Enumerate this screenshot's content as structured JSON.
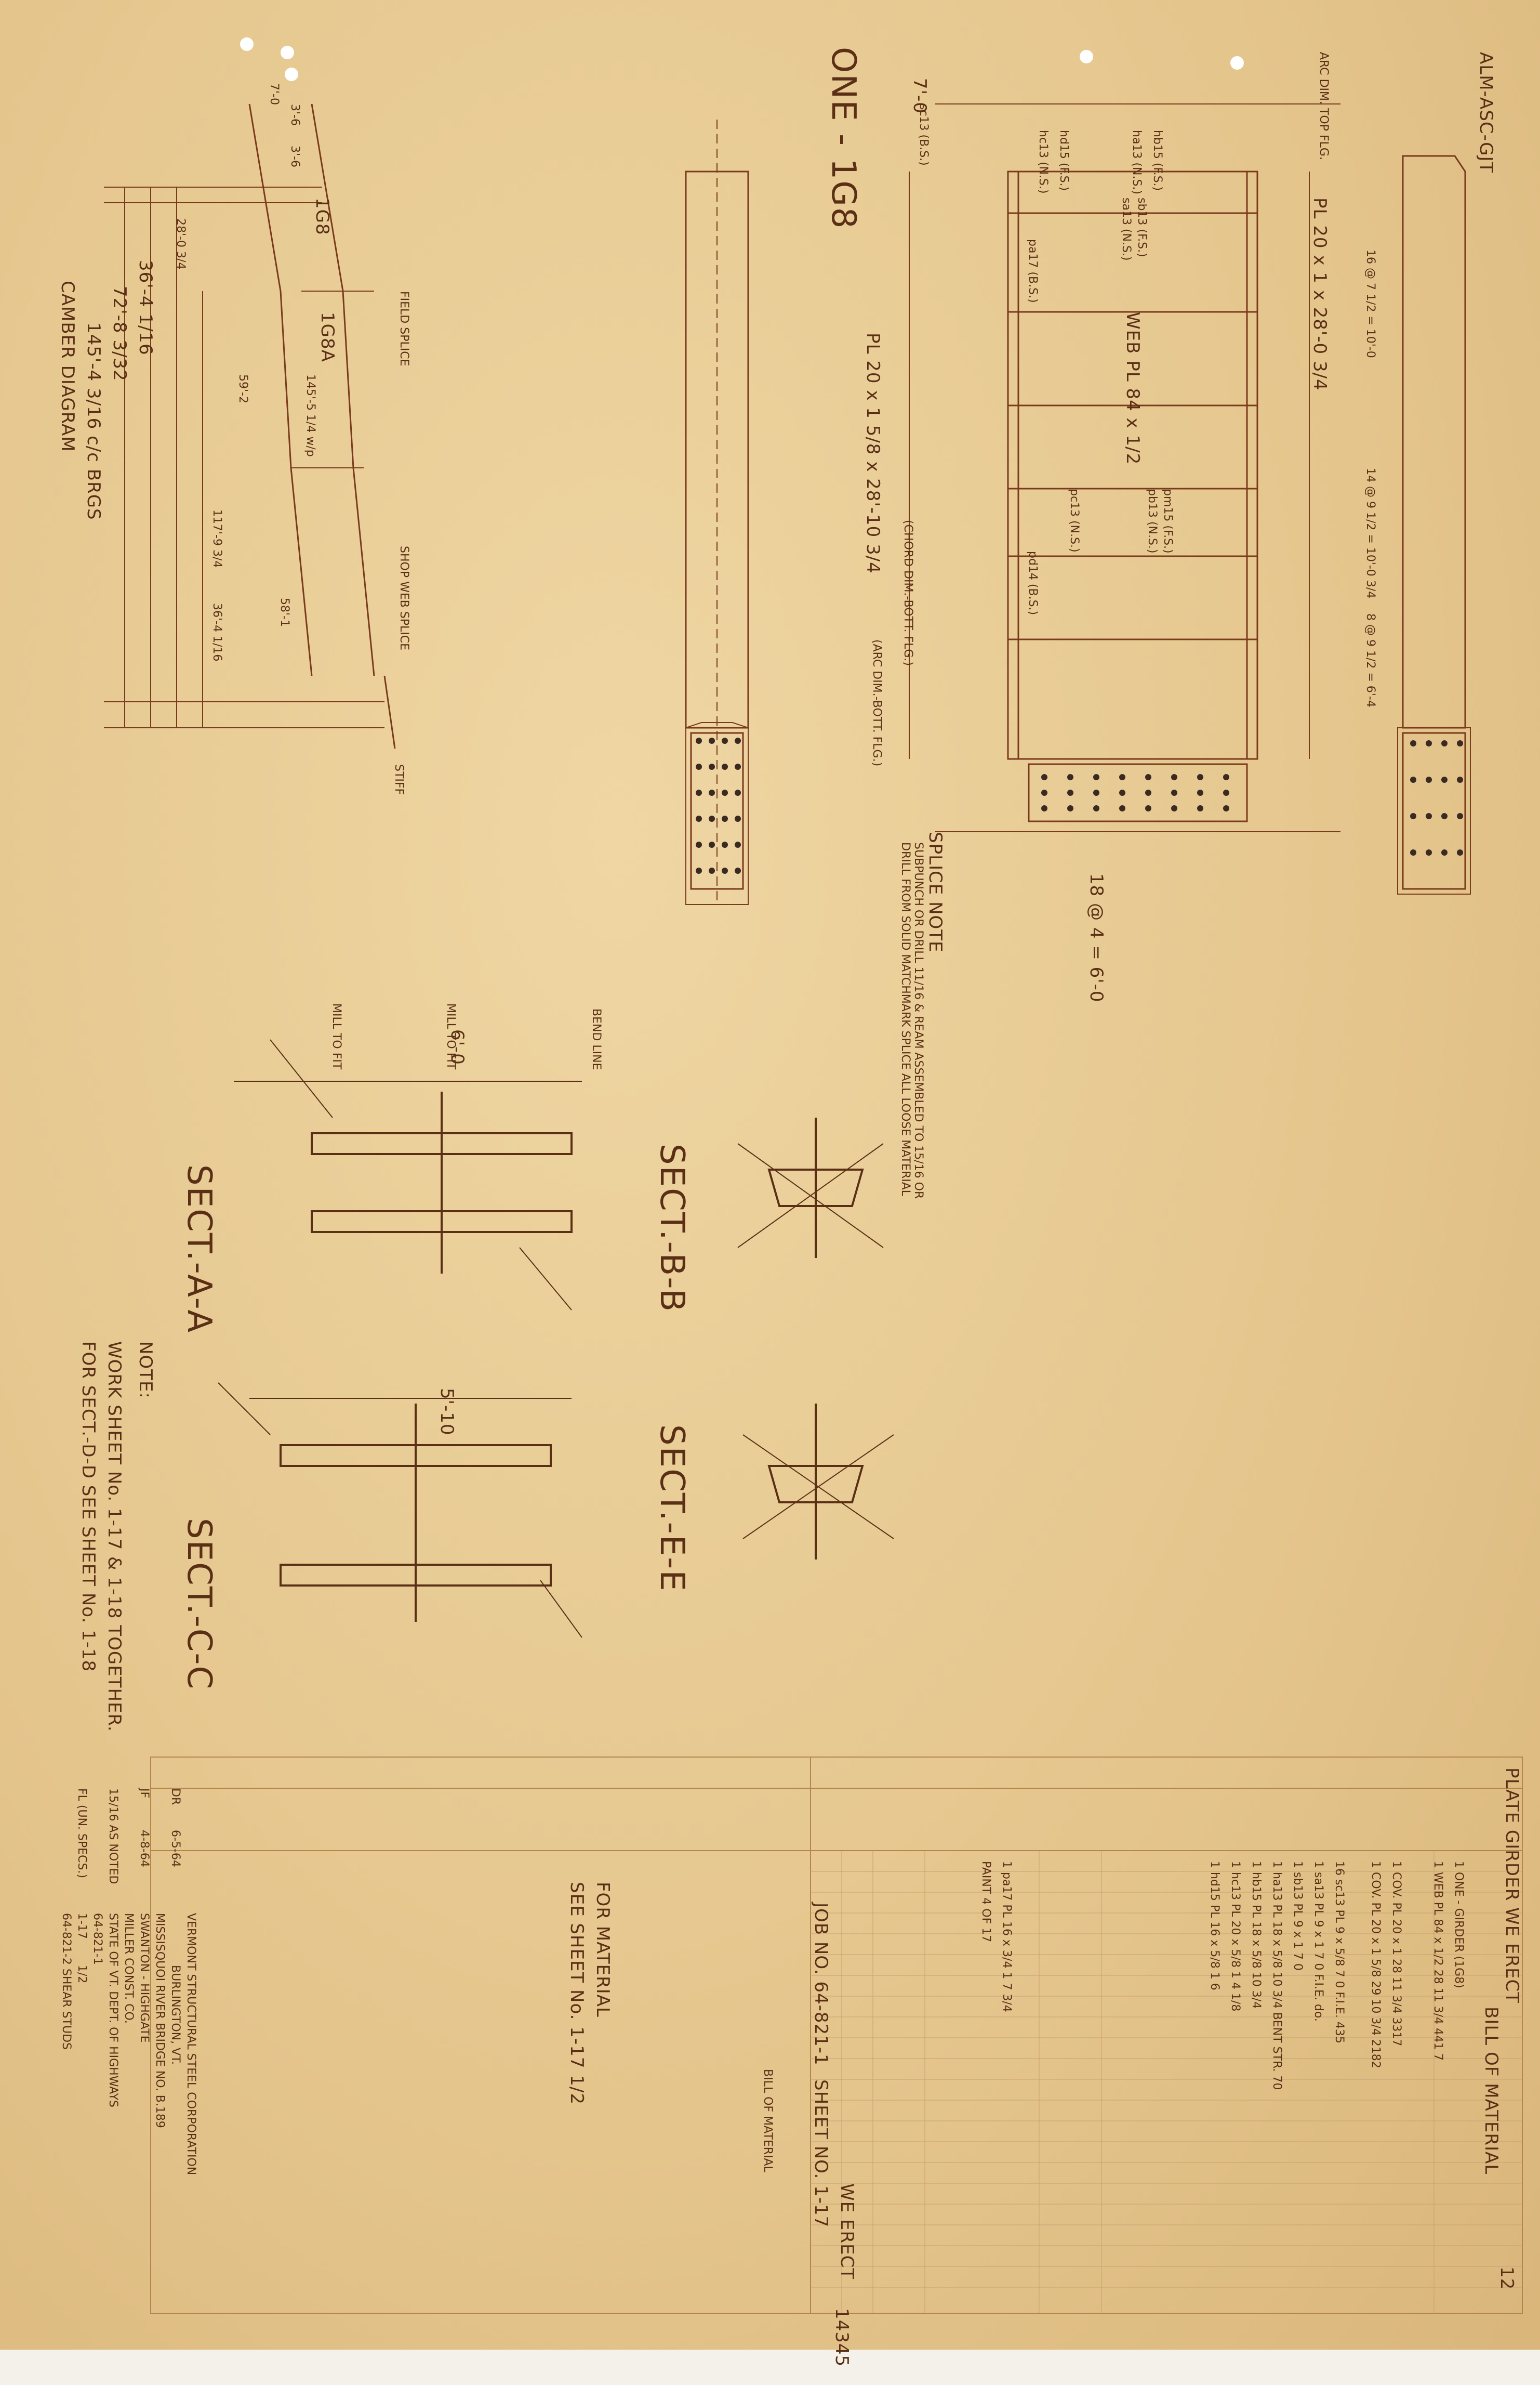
{
  "header": {
    "spliced_plate_girder": "ONE - 1G8",
    "drawing_no": "ALM-ASC-GJT",
    "plate_girder": "PLATE GIRDER WE ERECT",
    "sheet_badge": "12"
  },
  "camber_diagram": {
    "title": "CAMBER DIAGRAM",
    "overall": "145'-4 3/16 c/c BRGS",
    "span": "72'-8 3/32",
    "half": "36'-4 1/16",
    "field_splice": "FIELD SPLICE",
    "shop_web_splice": "SHOP WEB SPLICE",
    "stiff": "STIFF",
    "marks": [
      "1G8",
      "1G8A"
    ],
    "dims": [
      "7'-0",
      "3'-6",
      "3'-6",
      "28'-0 3/4",
      "59'-2",
      "117'-9 3/4",
      "58'-1",
      "36'-4 1/16",
      "145'-5 1/4 w/p"
    ]
  },
  "elevation": {
    "top_dim": "7'-0",
    "web_plate": "WEB PL 84 x 1/2",
    "flange_top": "PL 20 x 1 x 28'-0 3/4",
    "flange_bot": "PL 20 x 1 5/8 x 28'-10 3/4",
    "chord_note": "(CHORD DIM.-BOTT. FLG.)",
    "arc_note": "(ARC DIM.-BOTT. FLG.)",
    "arc_top": "ARC DIM. TOP FLG.",
    "labels": [
      "ha13 (N.S.)",
      "hb15 (F.S.)",
      "hc13 (N.S.)",
      "hd15 (F.S.)",
      "sa13 (N.S.)",
      "sb13 (F.S.)",
      "pa17 (B.S.)",
      "pb13 (N.S.)",
      "pm15 (F.S.)",
      "pc13 (N.S.)",
      "pd14 (B.S.)",
      "sc13 (B.S.)"
    ],
    "spacing": [
      "16 @ 7 1/2 = 10'-0",
      "14 @ 9 1/2 = 10'-0 3/4",
      "8 @ 9 1/2 = 6'-4",
      "18 @ 4 = 6'-0"
    ],
    "splice_note_title": "SPLICE NOTE",
    "splice_note": "SUBPUNCH OR DRILL 11/16 & REAM ASSEMBLED TO 15/16 OR DRILL FROM SOLID MATCHMARK SPLICE ALL LOOSE MATERIAL"
  },
  "sections": {
    "sect_a": "SECT.-A-A",
    "sect_b": "SECT.-B-B",
    "sect_c": "SECT.-C-C",
    "sect_e": "SECT.-E-E",
    "mill_to_fit": "MILL TO FIT",
    "bend_line": "BEND LINE",
    "dim_a": "6'-0",
    "dim_c": "5'-10"
  },
  "note": {
    "title": "NOTE:",
    "line1": "WORK SHEET No. 1-17 & 1-18 TOGETHER.",
    "line2": "FOR SECT.-D-D SEE SHEET No. 1-18"
  },
  "bill_of_material": {
    "title": "BILL OF MATERIAL",
    "job_no": "JOB NO. 64-821-1",
    "sheet_no": "SHEET NO. 1-17",
    "we_erect": "WE ERECT",
    "rows": [
      "1  ONE - GIRDER (1G8)",
      "1  WEB PL 84 x 1/2     28 11 3/4   441 7",
      "1  COV. PL 20 x 1      28 11 3/4   3317",
      "1  COV. PL 20 x 1 5/8  29 10 3/4   2182",
      "16 sc13 PL 9 x 5/8     7 0   F.I.E. 435",
      "1  sa13 PL 9 x 1       7 0   F.I.E. do.",
      "1  sb13 PL 9 x 1       7 0",
      "1  ha13 PL 18 x 5/8   10 3/4  BENT STR.   70",
      "1  hb15 PL 18 x 5/8   10 3/4",
      "1  hc13 PL 20 x 5/8    1 4 1/8",
      "1  hd15 PL 16 x 5/8    1 6",
      "1  pa17 PL 16 x 3/4    1 7 3/4",
      "PAINT 4 OF 17"
    ],
    "continuation": [
      "FOR MATERIAL",
      "SEE SHEET No. 1-17 1/2"
    ],
    "total": "14345"
  },
  "title_block": {
    "company": "VERMONT STRUCTURAL STEEL CORPORATION",
    "city": "BURLINGTON, VT.",
    "project": "MISSISQUOI RIVER BRIDGE NO. B.189",
    "location": "SWANTON - HIGHGATE",
    "customer": "MILLER CONST. CO.",
    "architect": "STATE OF VT. DEPT. OF HIGHWAYS",
    "job": "64-821-1",
    "sheet": "1-17",
    "sheet_sub": "1/2",
    "bolts": "FL (UN. SPECS.)",
    "holes": "15/16 AS NOTED",
    "dwn": "JF",
    "date": "4-8-64",
    "chk": "DR",
    "rev_date": "6-5-64",
    "refs": "64-821-2 SHEAR STUDS"
  }
}
